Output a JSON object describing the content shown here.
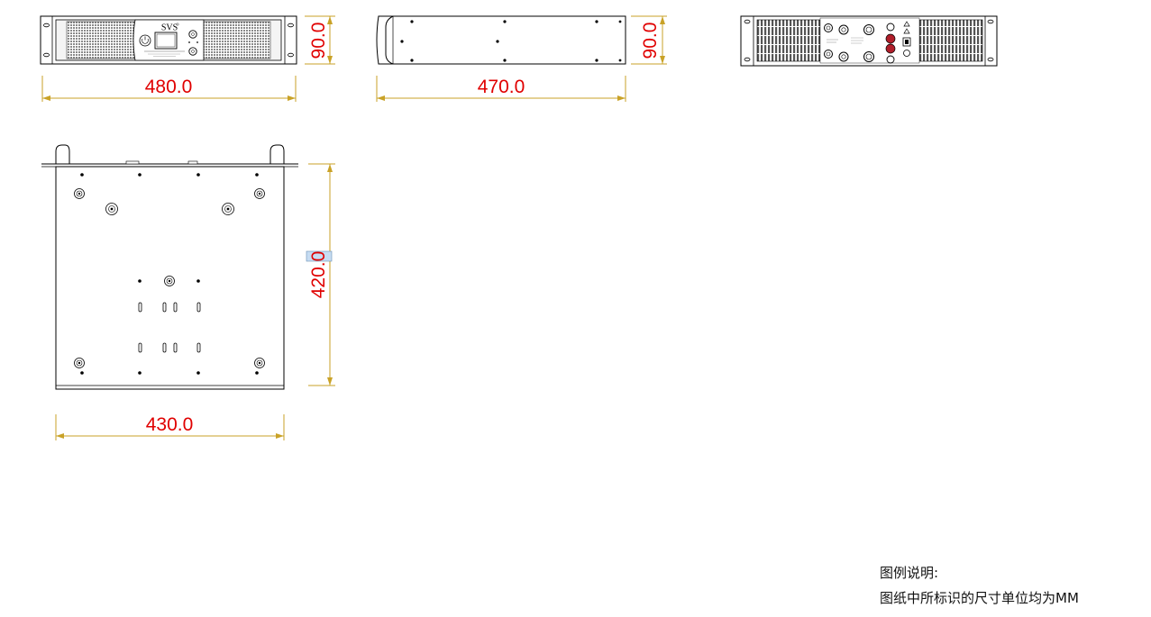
{
  "brand": "SVS",
  "dimensions": {
    "front_width": "480.0",
    "front_height": "90.0",
    "side_depth": "470.0",
    "side_height": "90.0",
    "top_depth": "420.0",
    "top_width": "430.0"
  },
  "legend": {
    "title": "图例说明:",
    "note": "图纸中所标识的尺寸单位均为MM"
  },
  "colors": {
    "outline": "#000000",
    "dimension_line": "#c9a227",
    "dimension_text": "#e00000",
    "connector_red": "#b01e2a"
  }
}
